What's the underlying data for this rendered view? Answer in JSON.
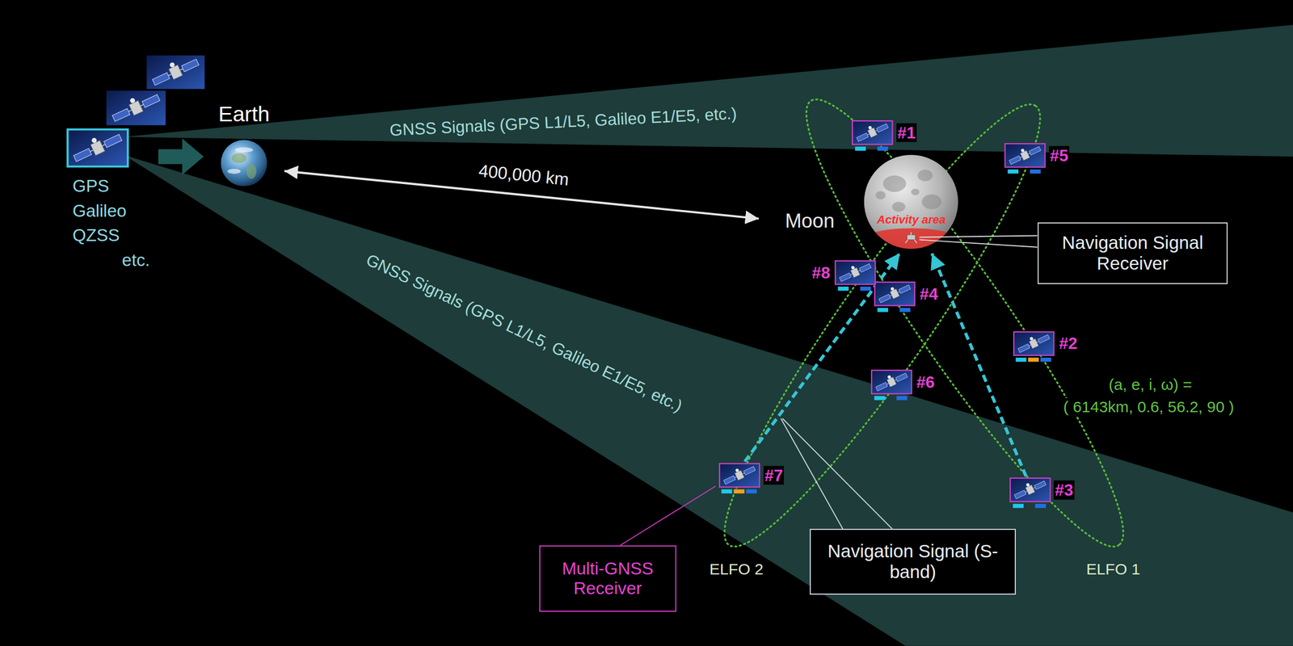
{
  "diagram": {
    "nodes": [
      {
        "text": [
          "Earth"
        ]
      },
      {
        "text": [
          "Moon"
        ]
      },
      {
        "text": [
          "Activity area"
        ],
        "in": 1
      },
      {
        "text": [
          "#1"
        ]
      },
      {
        "text": [
          "#2"
        ]
      },
      {
        "text": [
          "#3"
        ]
      },
      {
        "text": [
          "#4"
        ]
      },
      {
        "text": [
          "#5"
        ]
      },
      {
        "text": [
          "#6"
        ]
      },
      {
        "text": [
          "#7"
        ]
      },
      {
        "text": [
          "#8"
        ]
      },
      {
        "text": [
          "Navigation Signal Receiver"
        ]
      },
      {
        "text": [
          "Navigation Signal (S-band)"
        ]
      },
      {
        "text": [
          "Multi-GNSS Receiver"
        ]
      }
    ],
    "edges": [
      {
        "from": 0,
        "to": 1,
        "arrow": "both",
        "label": "400,000 km"
      },
      {
        "from": 9,
        "to": 2,
        "arrow": "to"
      },
      {
        "from": 5,
        "to": 2,
        "arrow": "to"
      }
    ],
    "labels": [
      "GPS",
      "Galileo",
      "QZSS",
      "etc.",
      "GNSS Signals (GPS L1/L5, Galileo E1/E5, etc.)",
      "GNSS Signals (GPS L1/L5, Galileo E1/E5, etc.)",
      "ELFO 2",
      "ELFO 1",
      "(a, e, i, ω) =",
      "( 6143km, 0.6, 56.2, 90 )"
    ]
  }
}
